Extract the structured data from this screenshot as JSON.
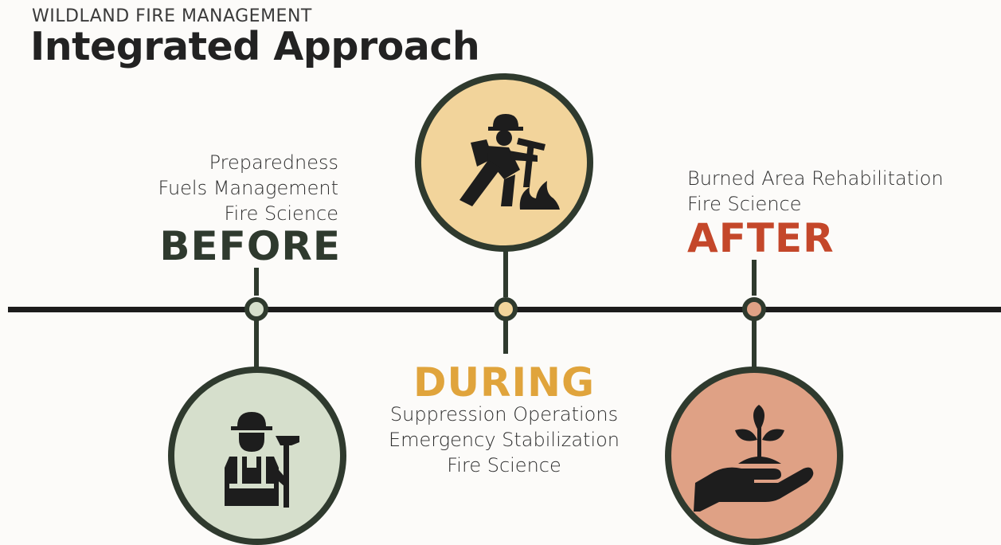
{
  "header": {
    "supertitle": "WILDLAND FIRE MANAGEMENT",
    "title": "Integrated Approach"
  },
  "phases": {
    "before": {
      "label": "BEFORE",
      "color": "#2f3a2e",
      "circle_fill": "#d6dfcc",
      "icon": "firefighter-with-axe-icon",
      "items": [
        "Preparedness",
        "Fuels Management",
        "Fire Science"
      ]
    },
    "during": {
      "label": "DURING",
      "color": "#e0a43c",
      "circle_fill": "#f2d49b",
      "icon": "digging-fire-line-icon",
      "items": [
        "Suppression Operations",
        "Emergency Stabilization",
        "Fire Science"
      ]
    },
    "after": {
      "label": "AFTER",
      "color": "#c4472a",
      "circle_fill": "#dfa185",
      "icon": "seedling-in-hand-icon",
      "items": [
        "Burned Area Rehabilitation",
        "Fire Science"
      ]
    }
  }
}
